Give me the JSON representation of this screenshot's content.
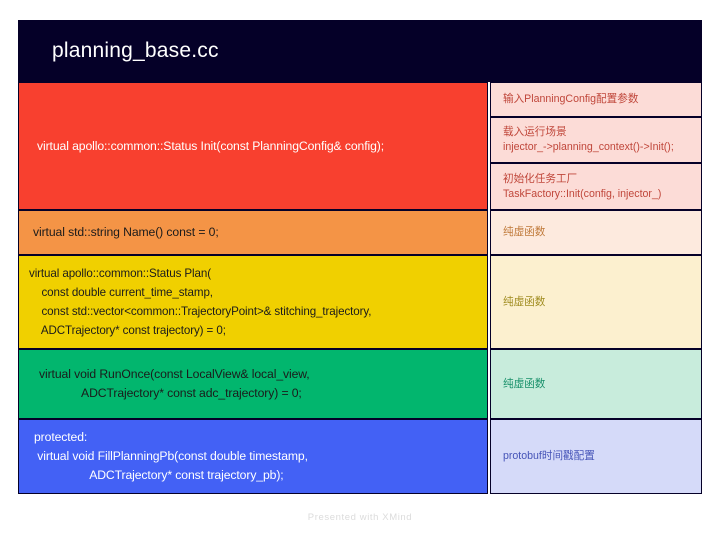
{
  "header": {
    "title": "planning_base.cc",
    "background": "#050028",
    "text_color": "#ffffff"
  },
  "rows": [
    {
      "id": "init",
      "color": "#f8402f",
      "text_color": "#ffffff",
      "code": "virtual apollo::common::Status Init(const PlanningConfig& config);",
      "notes": [
        {
          "id": "init-note-config",
          "text": "输入PlanningConfig配置参数",
          "background": "#fcdcd7",
          "text_color": "#c0473b"
        },
        {
          "id": "init-note-scene",
          "text": "载入运行场景\ninjector_->planning_context()->Init();",
          "background": "#fcdcd7",
          "text_color": "#c0473b"
        },
        {
          "id": "init-note-taskfactory",
          "text": "初始化任务工厂\nTaskFactory::Init(config, injector_)",
          "background": "#fcdcd7",
          "text_color": "#c0473b"
        }
      ]
    },
    {
      "id": "name",
      "color": "#f49446",
      "text_color": "#1b1b1b",
      "code": "virtual std::string Name() const = 0;",
      "notes": [
        {
          "id": "name-note",
          "text": "纯虚函数",
          "background": "#fdeade",
          "text_color": "#c07a3a"
        }
      ]
    },
    {
      "id": "plan",
      "color": "#f0d000",
      "text_color": "#1b1b1b",
      "code": "virtual apollo::common::Status Plan(\n    const double current_time_stamp,\n    const std::vector<common::TrajectoryPoint>& stitching_trajectory,\n    ADCTrajectory* const trajectory) = 0;",
      "notes": [
        {
          "id": "plan-note",
          "text": "纯虚函数",
          "background": "#fcf0cf",
          "text_color": "#a08c20"
        }
      ]
    },
    {
      "id": "runonce",
      "color": "#02b66e",
      "text_color": "#1b1b1b",
      "code": "virtual void RunOnce(const LocalView& local_view,\n             ADCTrajectory* const adc_trajectory) = 0;",
      "notes": [
        {
          "id": "runonce-note",
          "text": "纯虚函数",
          "background": "#c8ecdc",
          "text_color": "#18906a"
        }
      ]
    },
    {
      "id": "fillplanningpb",
      "color": "#4361f5",
      "text_color": "#ffffff",
      "code": "protected:\n virtual void FillPlanningPb(const double timestamp,\n                 ADCTrajectory* const trajectory_pb);",
      "notes": [
        {
          "id": "fillplanningpb-note",
          "text": "protobuf时间戳配置",
          "background": "#d5daf9",
          "text_color": "#4654b8"
        }
      ]
    }
  ],
  "footer": {
    "text": "Presented with XMind"
  }
}
